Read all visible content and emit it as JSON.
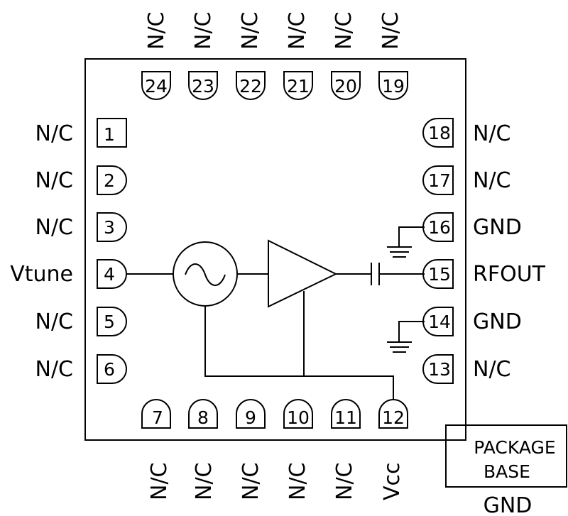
{
  "pins": {
    "p1": {
      "num": "1",
      "label": "N/C"
    },
    "p2": {
      "num": "2",
      "label": "N/C"
    },
    "p3": {
      "num": "3",
      "label": "N/C"
    },
    "p4": {
      "num": "4",
      "label": "Vtune"
    },
    "p5": {
      "num": "5",
      "label": "N/C"
    },
    "p6": {
      "num": "6",
      "label": "N/C"
    },
    "p7": {
      "num": "7",
      "label": "N/C"
    },
    "p8": {
      "num": "8",
      "label": "N/C"
    },
    "p9": {
      "num": "9",
      "label": "N/C"
    },
    "p10": {
      "num": "10",
      "label": "N/C"
    },
    "p11": {
      "num": "11",
      "label": "N/C"
    },
    "p12": {
      "num": "12",
      "label": "Vcc"
    },
    "p13": {
      "num": "13",
      "label": "N/C"
    },
    "p14": {
      "num": "14",
      "label": "GND"
    },
    "p15": {
      "num": "15",
      "label": "RFOUT"
    },
    "p16": {
      "num": "16",
      "label": "GND"
    },
    "p17": {
      "num": "17",
      "label": "N/C"
    },
    "p18": {
      "num": "18",
      "label": "N/C"
    },
    "p19": {
      "num": "19",
      "label": "N/C"
    },
    "p20": {
      "num": "20",
      "label": "N/C"
    },
    "p21": {
      "num": "21",
      "label": "N/C"
    },
    "p22": {
      "num": "22",
      "label": "N/C"
    },
    "p23": {
      "num": "23",
      "label": "N/C"
    },
    "p24": {
      "num": "24",
      "label": "N/C"
    }
  },
  "package_base": {
    "line1": "PACKAGE",
    "line2": "BASE",
    "ground": "GND"
  }
}
